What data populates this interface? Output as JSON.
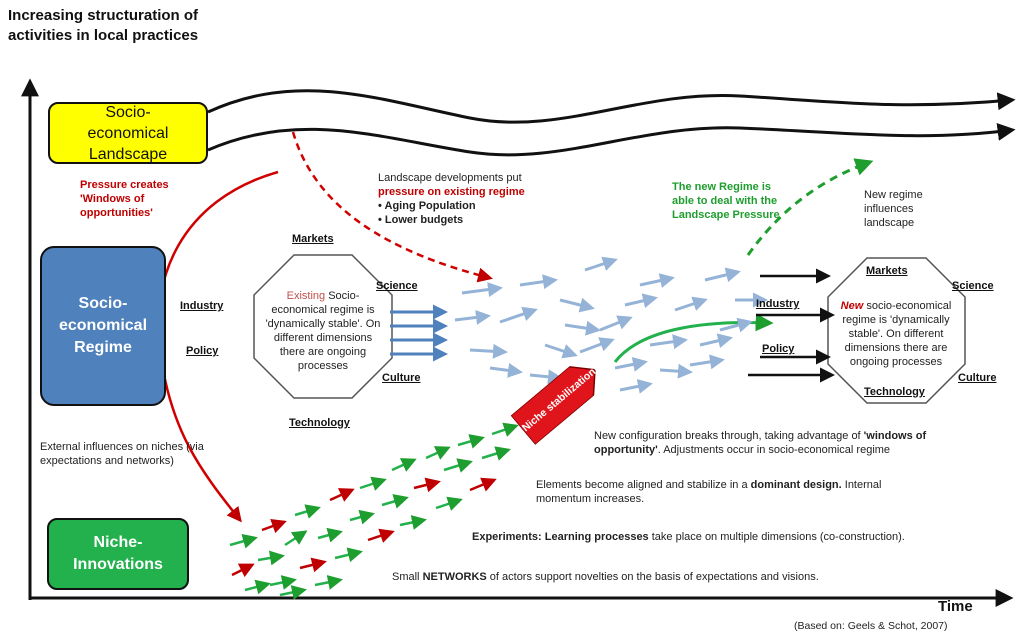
{
  "axes": {
    "y_label": "Increasing structuration of activities in local practices",
    "x_label": "Time",
    "source": "(Based on: Geels & Schot, 2007)"
  },
  "boxes": {
    "landscape": "Socio-economical Landscape",
    "regime": "Socio-economical Regime",
    "niche": "Niche-Innovations"
  },
  "annotations": {
    "pressure_windows": "Pressure creates 'Windows of opportunities'",
    "landscape_dev_line1": "Landscape developments put",
    "landscape_dev_pressure": "pressure on existing regime",
    "bullet_1": "• Aging Population",
    "bullet_2": "• Lower budgets",
    "new_regime_deals": "The new Regime is able to deal with the Landscape Pressure",
    "new_regime_influences": "New regime influences landscape",
    "external_influences": "External influences on niches (via expectations and networks)",
    "breakthrough_a": "New configuration breaks through,  taking advantage of ",
    "breakthrough_b": "'windows of opportunity'",
    "breakthrough_c": ".  Adjustments occur in socio-economical regime",
    "aligned_a": "Elements become aligned and stabilize in a ",
    "aligned_b": "dominant design.",
    "aligned_c": " Internal momentum increases.",
    "experiments_a": "Experiments: Learning processes",
    "experiments_b": " take place on multiple dimensions (co-construction).",
    "networks_a": "Small ",
    "networks_b": "NETWORKS",
    "networks_c": " of actors support novelties on the basis of expectations and visions.",
    "niche_stabilization": "Niche stabilization"
  },
  "existing_regime": {
    "dims": {
      "markets": "Markets",
      "science": "Science",
      "industry": "Industry",
      "policy": "Policy",
      "culture": "Culture",
      "technology": "Technology"
    },
    "text_a": "Existing",
    "text_b": " Socio-economical regime is 'dynamically stable'. On different dimensions there are ongoing processes"
  },
  "new_regime": {
    "dims": {
      "markets": "Markets",
      "science": "Science",
      "industry": "Industry",
      "policy": "Policy",
      "culture": "Culture",
      "technology": "Technology"
    },
    "text_a": "New",
    "text_b": " socio-economical regime is 'dynamically stable'. On different dimensions there are ongoing processes"
  },
  "colors": {
    "landscape": "#ffff00",
    "regime": "#4f81bd",
    "niche": "#22b14c",
    "pressure_red": "#c00000",
    "niche_green": "#1e9e2e",
    "regime_arrows": "#95b3d7"
  }
}
